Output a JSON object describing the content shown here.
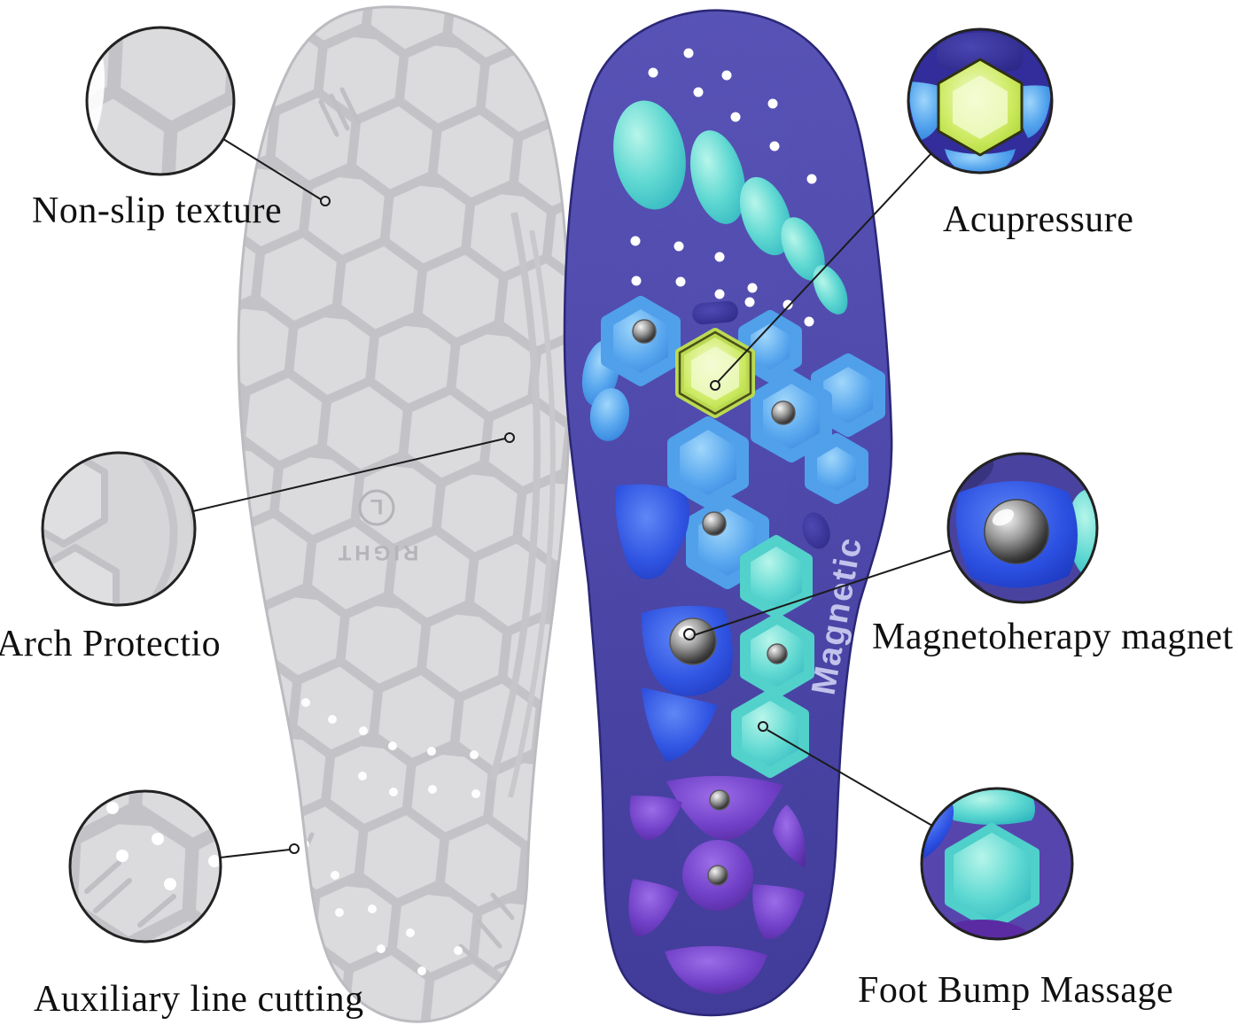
{
  "title": "Magnetic acupressure massage insoles feature callouts",
  "labels": {
    "non_slip": "Non-slip texture",
    "acupressure": "Acupressure",
    "arch": "Arch Protectio",
    "magnet": "Magnetoherapy magnet",
    "aux_cut": "Auxiliary line cutting",
    "foot_bump": "Foot Bump Massage"
  },
  "markings": {
    "vertical_text": "Magnetic",
    "side_text": "RIGHT",
    "size_letter": "L"
  },
  "colors": {
    "insole_top_base": "#4a45a8",
    "toe_pad_teal": "#5fd9d2",
    "ball_pad_blue": "#55a5ee",
    "acupressure_green": "#cdea62",
    "arch_pad_royal_blue": "#2c51e2",
    "heel_pad_purple": "#6d3cc6",
    "magnet_dark_silver": "#3a3a3a",
    "sole_gray": "#dbdbde",
    "groove_gray": "#c3c3c7",
    "label_text": "#101010",
    "magnetic_print": "#c9caf0"
  }
}
